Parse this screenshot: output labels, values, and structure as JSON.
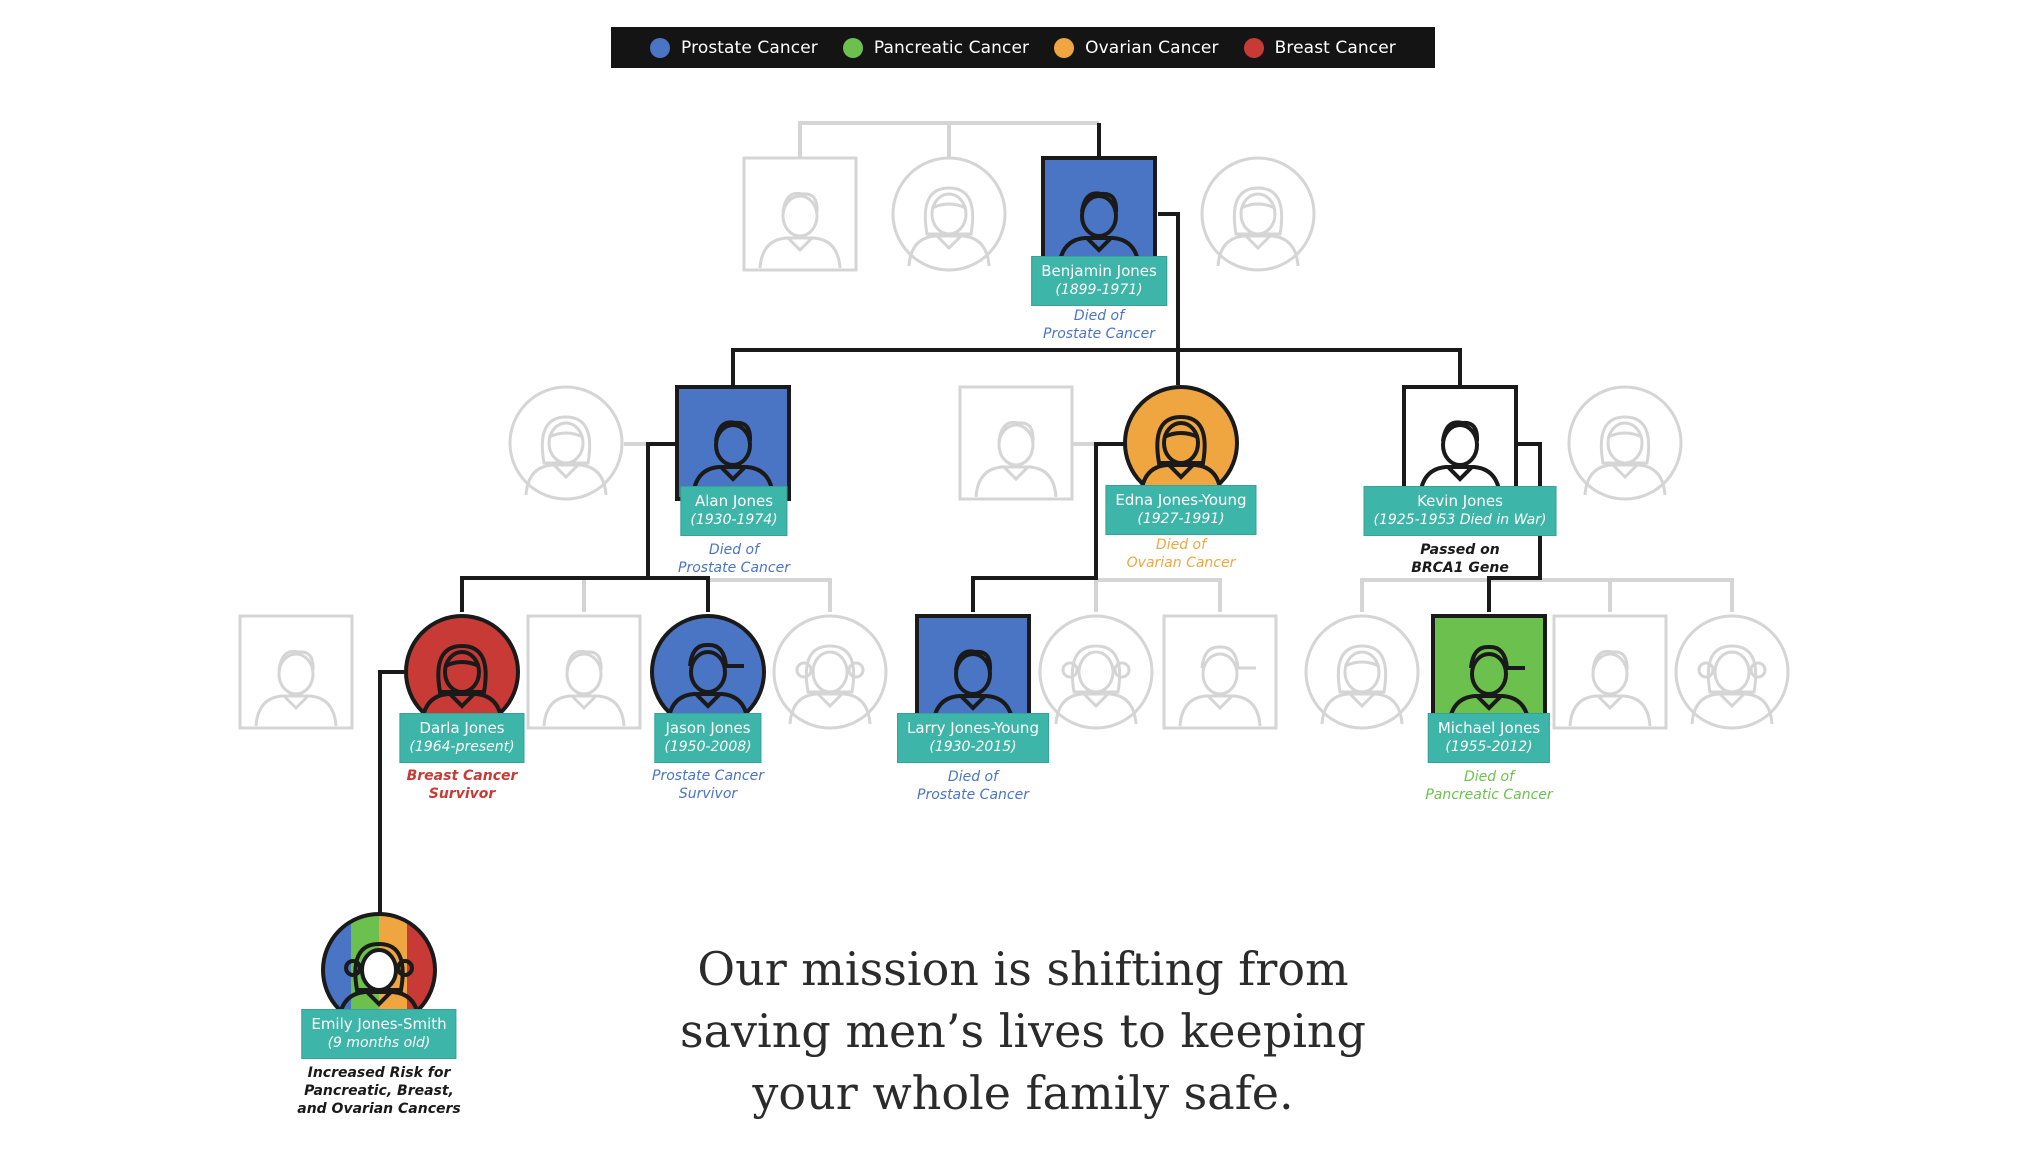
{
  "legend": [
    {
      "label": "Prostate Cancer",
      "color": "#4a74c4"
    },
    {
      "label": "Pancreatic Cancer",
      "color": "#6cc14e"
    },
    {
      "label": "Ovarian Cancer",
      "color": "#f0a640"
    },
    {
      "label": "Breast Cancer",
      "color": "#c83a36"
    }
  ],
  "people": {
    "benjamin": {
      "name": "Benjamin Jones",
      "years": "(1899-1971)",
      "note1": "Died of",
      "note2": "Prostate Cancer",
      "color": "#4a74c4"
    },
    "alan": {
      "name": "Alan Jones",
      "years": "(1930-1974)",
      "note1": "Died of",
      "note2": "Prostate Cancer",
      "color": "#4a74c4"
    },
    "edna": {
      "name": "Edna Jones-Young",
      "years": "(1927-1991)",
      "note1": "Died of",
      "note2": "Ovarian Cancer",
      "color": "#f0a640"
    },
    "kevin": {
      "name": "Kevin Jones",
      "years": "(1925-1953 Died in War)",
      "note1": "Passed on",
      "note2": "BRCA1 Gene",
      "color": "#1a1a1a"
    },
    "darla": {
      "name": "Darla Jones",
      "years": "(1964-present)",
      "note1": "Breast Cancer",
      "note2": "Survivor",
      "color": "#c83a36"
    },
    "jason": {
      "name": "Jason Jones",
      "years": "(1950-2008)",
      "note1": "Prostate Cancer",
      "note2": "Survivor",
      "color": "#4a74c4"
    },
    "larry": {
      "name": "Larry Jones-Young",
      "years": "(1930-2015)",
      "note1": "Died of",
      "note2": "Prostate Cancer",
      "color": "#4a74c4"
    },
    "michael": {
      "name": "Michael Jones",
      "years": "(1955-2012)",
      "note1": "Died of",
      "note2": "Pancreatic Cancer",
      "color": "#6cc14e"
    },
    "emily": {
      "name": "Emily Jones-Smith",
      "years": "(9 months old)",
      "note1": "Increased Risk for",
      "note2": "Pancreatic, Breast,",
      "note3": "and Ovarian Cancers",
      "color": "#1a1a1a"
    }
  },
  "mission": {
    "line1": "Our mission is shifting from",
    "line2": "saving men’s lives to keeping",
    "line3": "your whole family safe."
  }
}
